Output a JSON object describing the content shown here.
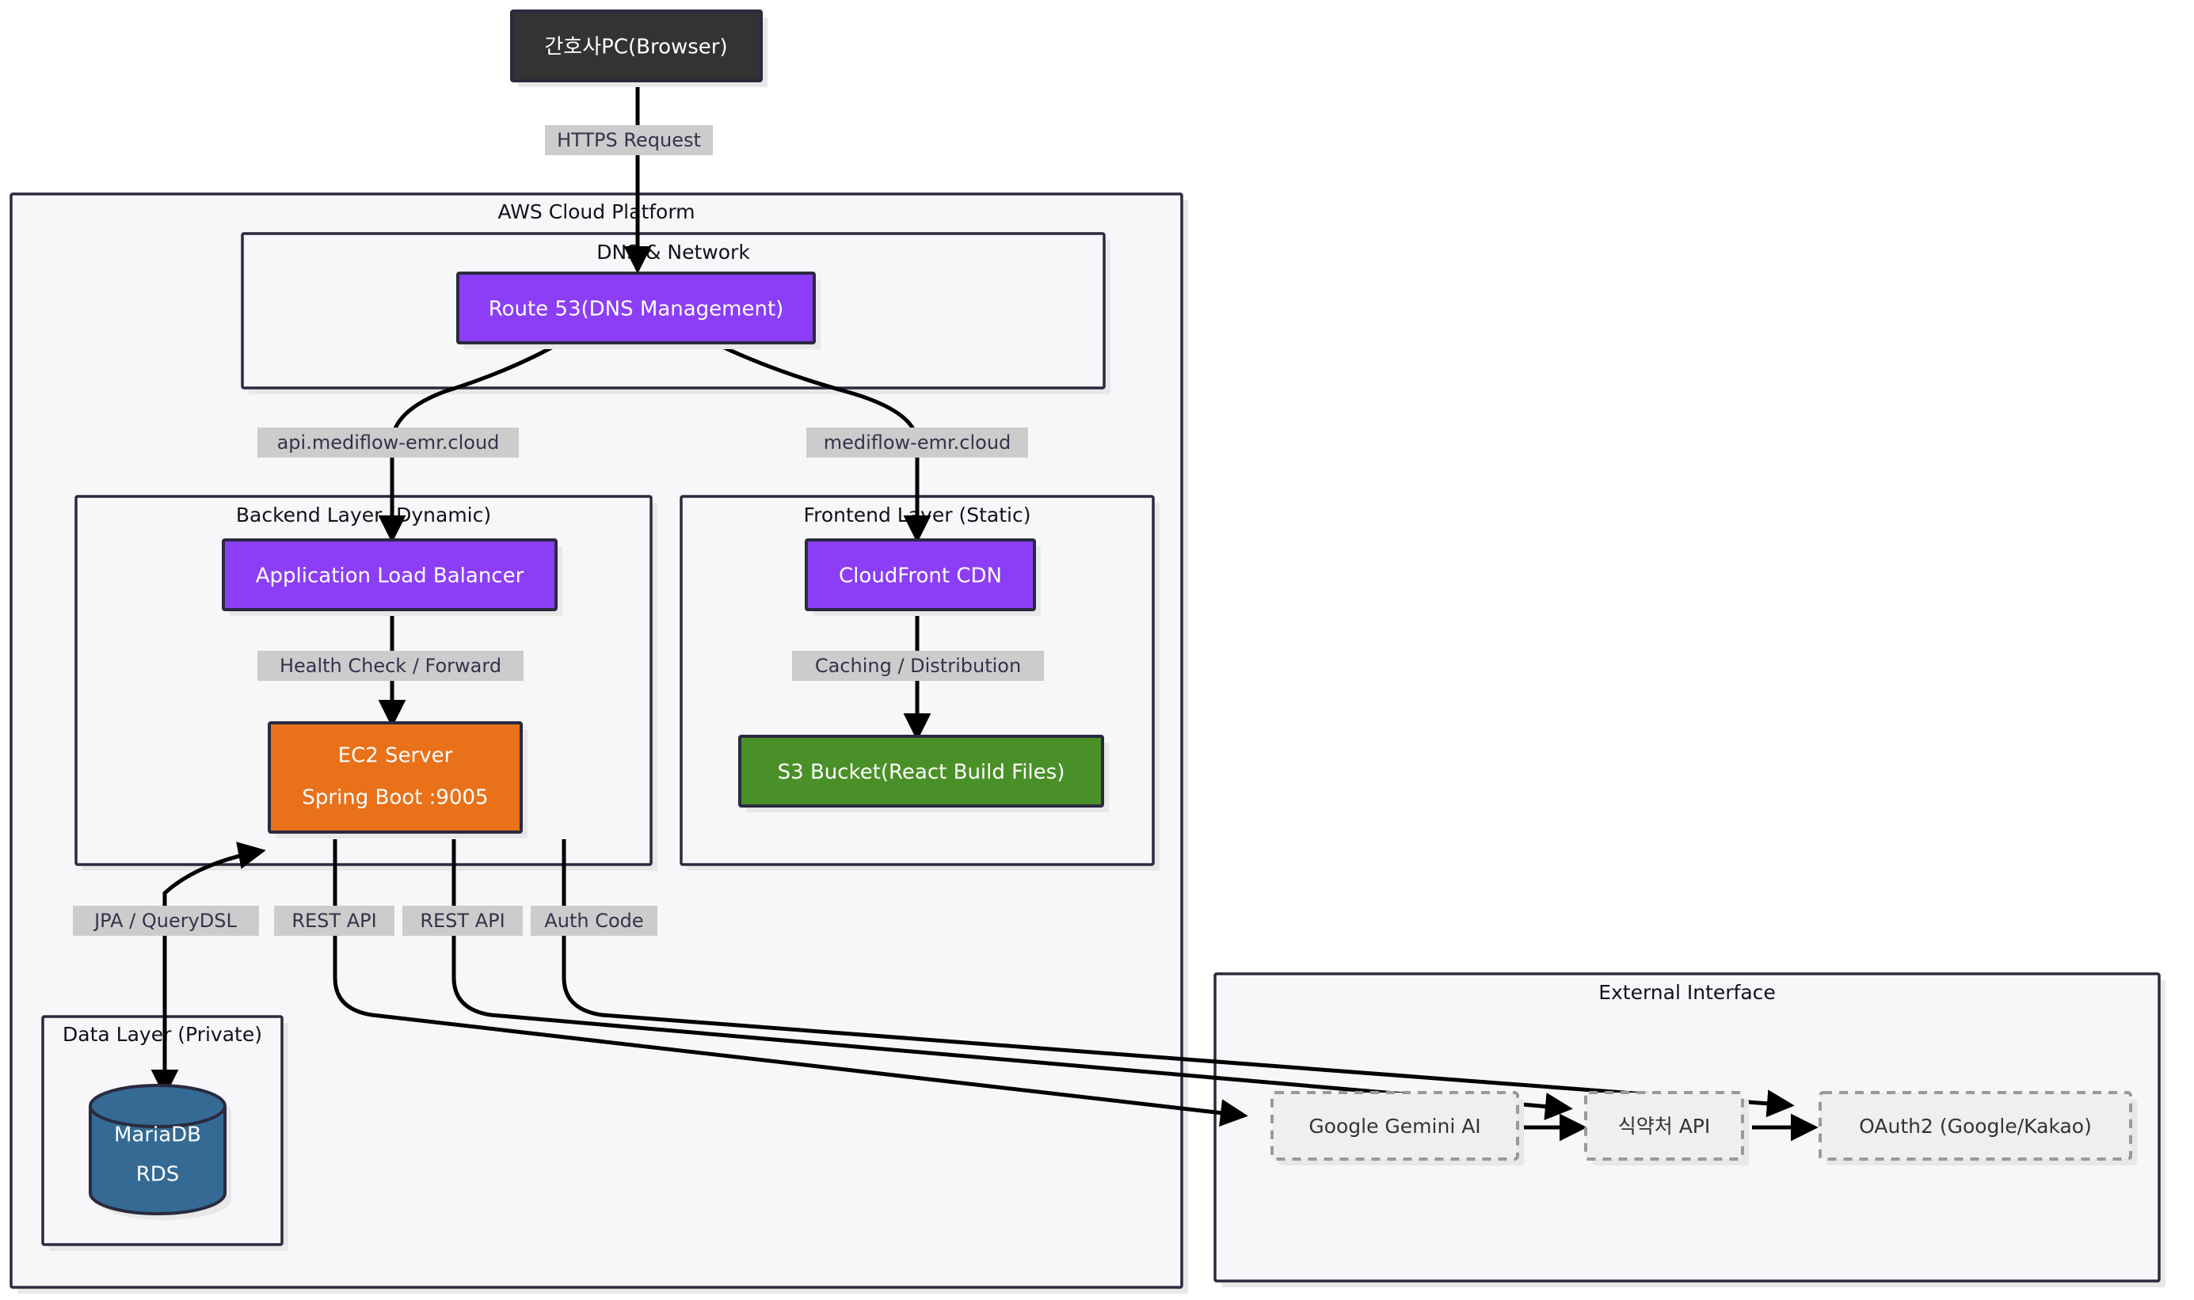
{
  "diagram": {
    "type": "architecture-flowchart",
    "clusters": [
      {
        "id": "aws",
        "label": "AWS Cloud Platform"
      },
      {
        "id": "dns",
        "label": "DNS & Network"
      },
      {
        "id": "backend",
        "label": "Backend Layer (Dynamic)"
      },
      {
        "id": "frontend",
        "label": "Frontend Layer (Static)"
      },
      {
        "id": "data",
        "label": "Data Layer (Private)"
      },
      {
        "id": "external",
        "label": "External Interface"
      }
    ],
    "nodes": [
      {
        "id": "browser",
        "label": "간호사PC(Browser)",
        "shape": "rect",
        "color": "#333333"
      },
      {
        "id": "route53",
        "label": "Route 53(DNS Management)",
        "shape": "rect",
        "color": "#8b3ef5"
      },
      {
        "id": "alb",
        "label": "Application Load Balancer",
        "shape": "rect",
        "color": "#8b3ef5"
      },
      {
        "id": "ec2_line1",
        "label": "EC2 Server",
        "shape": "rect",
        "color": "#e8711a"
      },
      {
        "id": "ec2_line2",
        "label": "Spring Boot :9005",
        "shape": "rect",
        "color": "#e8711a"
      },
      {
        "id": "cloudfront",
        "label": "CloudFront CDN",
        "shape": "rect",
        "color": "#8b3ef5"
      },
      {
        "id": "s3",
        "label": "S3 Bucket(React Build Files)",
        "shape": "rect",
        "color": "#4a9028"
      },
      {
        "id": "db_line1",
        "label": "MariaDB",
        "shape": "cylinder",
        "color": "#346a93"
      },
      {
        "id": "db_line2",
        "label": "RDS",
        "shape": "cylinder",
        "color": "#346a93"
      },
      {
        "id": "gemini",
        "label": "Google Gemini AI",
        "shape": "dashed",
        "color": "#efefef"
      },
      {
        "id": "mfds",
        "label": "식약처 API",
        "shape": "dashed",
        "color": "#efefef"
      },
      {
        "id": "oauth",
        "label": "OAuth2 (Google/Kakao)",
        "shape": "dashed",
        "color": "#efefef"
      }
    ],
    "edge_labels": [
      {
        "id": "e1",
        "label": "HTTPS Request"
      },
      {
        "id": "e2",
        "label": "api.mediflow-emr.cloud"
      },
      {
        "id": "e3",
        "label": "mediflow-emr.cloud"
      },
      {
        "id": "e4",
        "label": "Health Check / Forward"
      },
      {
        "id": "e5",
        "label": "Caching / Distribution"
      },
      {
        "id": "e6",
        "label": "JPA / QueryDSL"
      },
      {
        "id": "e7",
        "label": "REST API"
      },
      {
        "id": "e8",
        "label": "REST API"
      },
      {
        "id": "e9",
        "label": "Auth Code"
      }
    ],
    "colors": {
      "background": "#ffffff",
      "cluster_fill": "#f7f7fa",
      "cluster_stroke": "#2a2a3f",
      "node_stroke": "#2a2a3f",
      "edge_stroke": "#000000",
      "edge_label_bg": "#cccccc",
      "edge_label_text": "#33334d",
      "dark_node": "#333333",
      "purple_node": "#8b3ef5",
      "orange_node": "#e8711a",
      "green_node": "#4a9028",
      "blue_node": "#346a93",
      "external_node": "#efefef",
      "external_node_stroke": "#999999"
    }
  }
}
